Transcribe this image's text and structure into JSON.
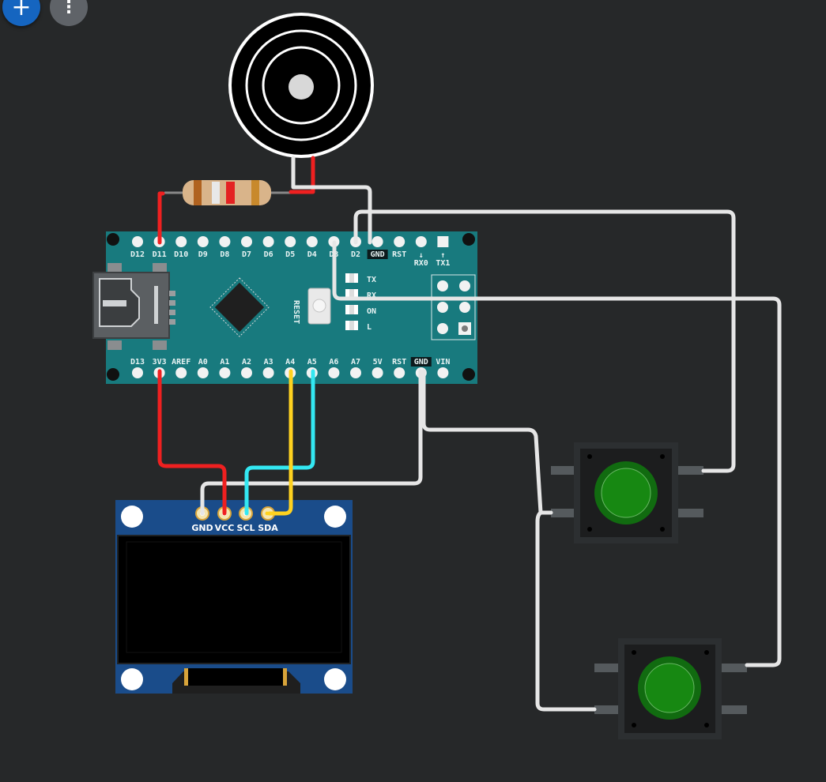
{
  "toolbar": {
    "add_button": {
      "icon": "plus-icon",
      "label": "+",
      "color": "#1565c0"
    },
    "menu_button": {
      "icon": "more-vert-icon",
      "label": "⋮",
      "color": "#5f6368"
    }
  },
  "arduino_nano": {
    "top_pins": [
      "D12",
      "D11",
      "D10",
      "D9",
      "D8",
      "D7",
      "D6",
      "D5",
      "D4",
      "D3",
      "D2",
      "GND",
      "RST",
      "RX0",
      "TX1"
    ],
    "bottom_pins": [
      "D13",
      "3V3",
      "AREF",
      "A0",
      "A1",
      "A2",
      "A3",
      "A4",
      "A5",
      "A6",
      "A7",
      "5V",
      "RST",
      "GND",
      "VIN"
    ],
    "rx_tx_marks": [
      "↓",
      "↑"
    ],
    "led_labels": [
      "TX",
      "RX",
      "ON",
      "L"
    ],
    "reset_label": "RESET",
    "color": "#187a7e"
  },
  "oled": {
    "pins": [
      "GND",
      "VCC",
      "SCL",
      "SDA"
    ],
    "color": "#1a4c8a"
  },
  "resistor": {
    "bands": [
      "#b0621f",
      "#e8e8e8",
      "#e42222",
      "#c8892c"
    ]
  },
  "buzzer": {
    "type": "piezo"
  },
  "buttons": [
    {
      "cap_color": "#178812"
    },
    {
      "cap_color": "#178812"
    }
  ],
  "wire_colors": {
    "red": "#ef2020",
    "white": "#e6e6e6",
    "yellow": "#ffd21f",
    "cyan": "#33e8f2"
  }
}
